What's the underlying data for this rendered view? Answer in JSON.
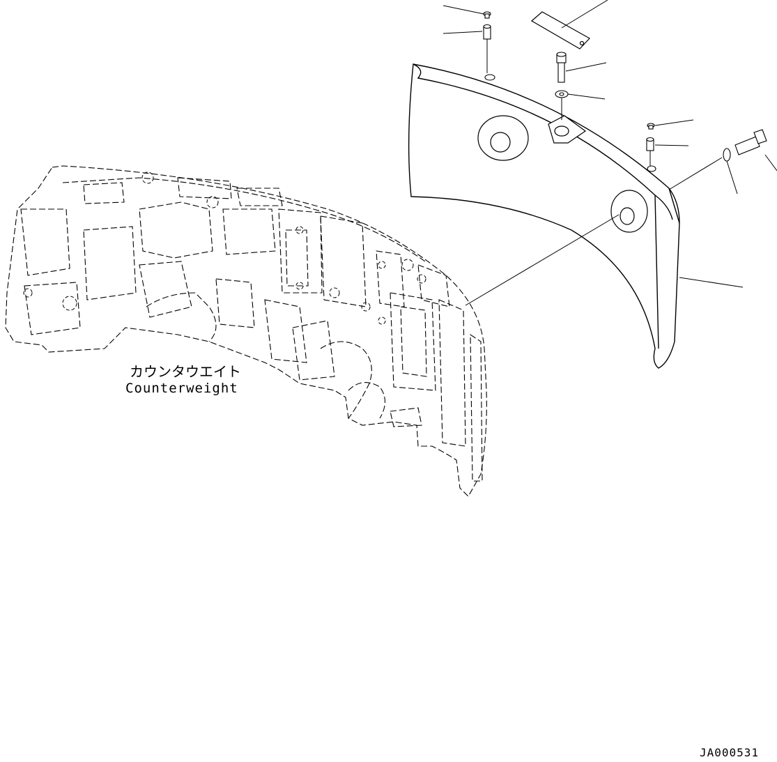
{
  "diagram": {
    "part_label_jp": "カウンタウエイト",
    "part_label_en": "Counterweight",
    "drawing_id": "JA000531"
  }
}
